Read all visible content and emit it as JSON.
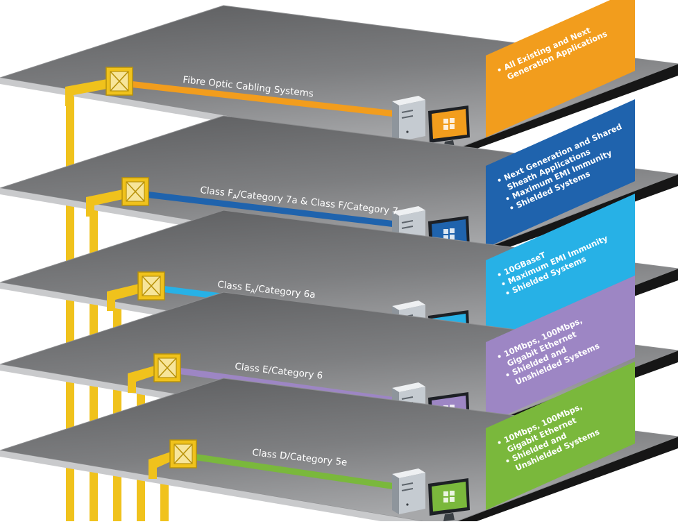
{
  "diagram": {
    "colors": {
      "riser": "#f0c21c",
      "riser_dark": "#b8920a",
      "plate_top": "#5c5d5f",
      "plate_mid": "#7d7e80",
      "plate_edge": "#a7a8aa",
      "shadow": "#161616"
    },
    "layers": [
      {
        "title_parts": [
          {
            "text": "Fibre Optic Cabling Systems"
          }
        ],
        "accent": "#f29d1d",
        "panel_lines": [
          "• All Existing and Next",
          "Generation Applications"
        ]
      },
      {
        "title_parts": [
          {
            "text": "Class F"
          },
          {
            "text": "A",
            "sub": true
          },
          {
            "text": "/Category 7a & Class F/Category 7"
          }
        ],
        "accent": "#1f63ad",
        "panel_lines": [
          "• Next Generation and Shared",
          "Sheath Applications",
          "• Maximum EMI Immunity",
          "• Shielded Systems"
        ]
      },
      {
        "title_parts": [
          {
            "text": "Class E"
          },
          {
            "text": "A",
            "sub": true
          },
          {
            "text": "/Category 6a"
          }
        ],
        "accent": "#27b1e6",
        "panel_lines": [
          "• 10GBaseT",
          "• Maximum EMI Immunity",
          "• Shielded Systems"
        ]
      },
      {
        "title_parts": [
          {
            "text": "Class E/Category 6"
          }
        ],
        "accent": "#9d86c4",
        "panel_lines": [
          "• 10Mbps, 100Mbps,",
          "Gigabit Ethernet",
          "• Shielded and",
          "Unshielded Systems"
        ]
      },
      {
        "title_parts": [
          {
            "text": "Class D/Category 5e"
          }
        ],
        "accent": "#7ab83c",
        "panel_lines": [
          "• 10Mbps, 100Mbps,",
          "Gigabit Ethernet",
          "• Shielded and",
          "Unshielded Systems"
        ]
      }
    ],
    "icons": {
      "patch_panel": "patch-panel-icon",
      "computer_tower": "computer-tower-icon",
      "monitor": "monitor-icon",
      "window_logo": "window-logo-icon"
    }
  }
}
